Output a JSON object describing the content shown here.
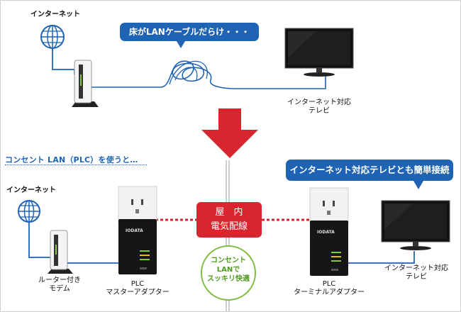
{
  "top": {
    "internet_label": "インターネット",
    "bubble": "床がLANケーブルだらけ・・・",
    "tv_label_line1": "インターネット対応",
    "tv_label_line2": "テレビ"
  },
  "bottom": {
    "heading": "コンセント LAN（PLC）を使うと…",
    "bubble": "インターネット対応テレビとも簡単接続",
    "internet_label": "インターネット",
    "router_label_line1": "ルーター付き",
    "router_label_line2": "モデム",
    "master_label_line1": "PLC",
    "master_label_line2": "マスターアダプター",
    "terminal_label_line1": "PLC",
    "terminal_label_line2": "ターミナルアダプター",
    "tv_label_line1": "インターネット対応",
    "tv_label_line2": "テレビ",
    "wiring_line1": "屋　内",
    "wiring_line2": "電気配線",
    "outlet_line1": "コンセント",
    "outlet_line2": "LANで",
    "outlet_line3": "スッキリ快適",
    "brand": "IODATA"
  },
  "colors": {
    "cable_blue": "#1f63b4",
    "arrow_red": "#d8262e",
    "outlet_green": "#7fbf3f"
  }
}
